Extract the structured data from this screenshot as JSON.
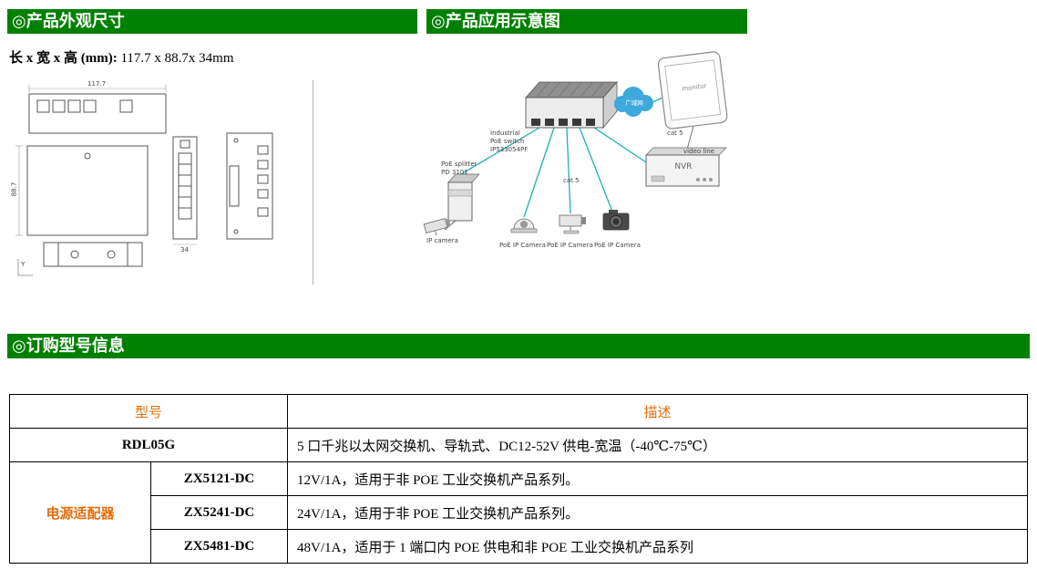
{
  "sections": {
    "dimensions": "◎产品外观尺寸",
    "application": "◎产品应用示意图",
    "ordering": "◎订购型号信息"
  },
  "spec": {
    "label": "长 x 宽 x 高 (mm):",
    "value": " 117.7 x 88.7x 34mm"
  },
  "drawing": {
    "length": "117.7",
    "width": "88.7",
    "height": "34",
    "axis": "Y"
  },
  "diagram": {
    "switch": "Industrial\nPoE switch\nIP533054PF",
    "splitter": "PoE splitter\nPD 3101",
    "monitor": "monitor",
    "nvr": "NVR",
    "wan": "广域网",
    "cat5_a": "cat 5",
    "cat5_b": "cat.5",
    "video_line": "video line",
    "ip_camera": "IP camera",
    "poe_cam1": "PoE IP Camera",
    "poe_cam2": "PoE IP Camera",
    "poe_cam3": "PoE IP Camera"
  },
  "table": {
    "header_model": "型号",
    "header_desc": "描述",
    "row1": {
      "model": "RDL05G",
      "desc": "5 口千兆以太网交换机、导轨式、DC12-52V 供电-宽温（-40℃-75℃）"
    },
    "adapter_group": "电源适配器",
    "adapter_rows": [
      {
        "model": "ZX5121-DC",
        "desc": "12V/1A，适用于非 POE 工业交换机产品系列。"
      },
      {
        "model": "ZX5241-DC",
        "desc": "24V/1A，适用于非 POE 工业交换机产品系列。"
      },
      {
        "model": "ZX5481-DC",
        "desc": "48V/1A，适用于 1 端口内 POE 供电和非 POE 工业交换机产品系列"
      }
    ]
  },
  "colors": {
    "section_header_green": "#008000",
    "accent_orange_red": "#E36C0A",
    "cable_teal": "#1FB0B5",
    "cloud_blue": "#3FA9DC"
  }
}
